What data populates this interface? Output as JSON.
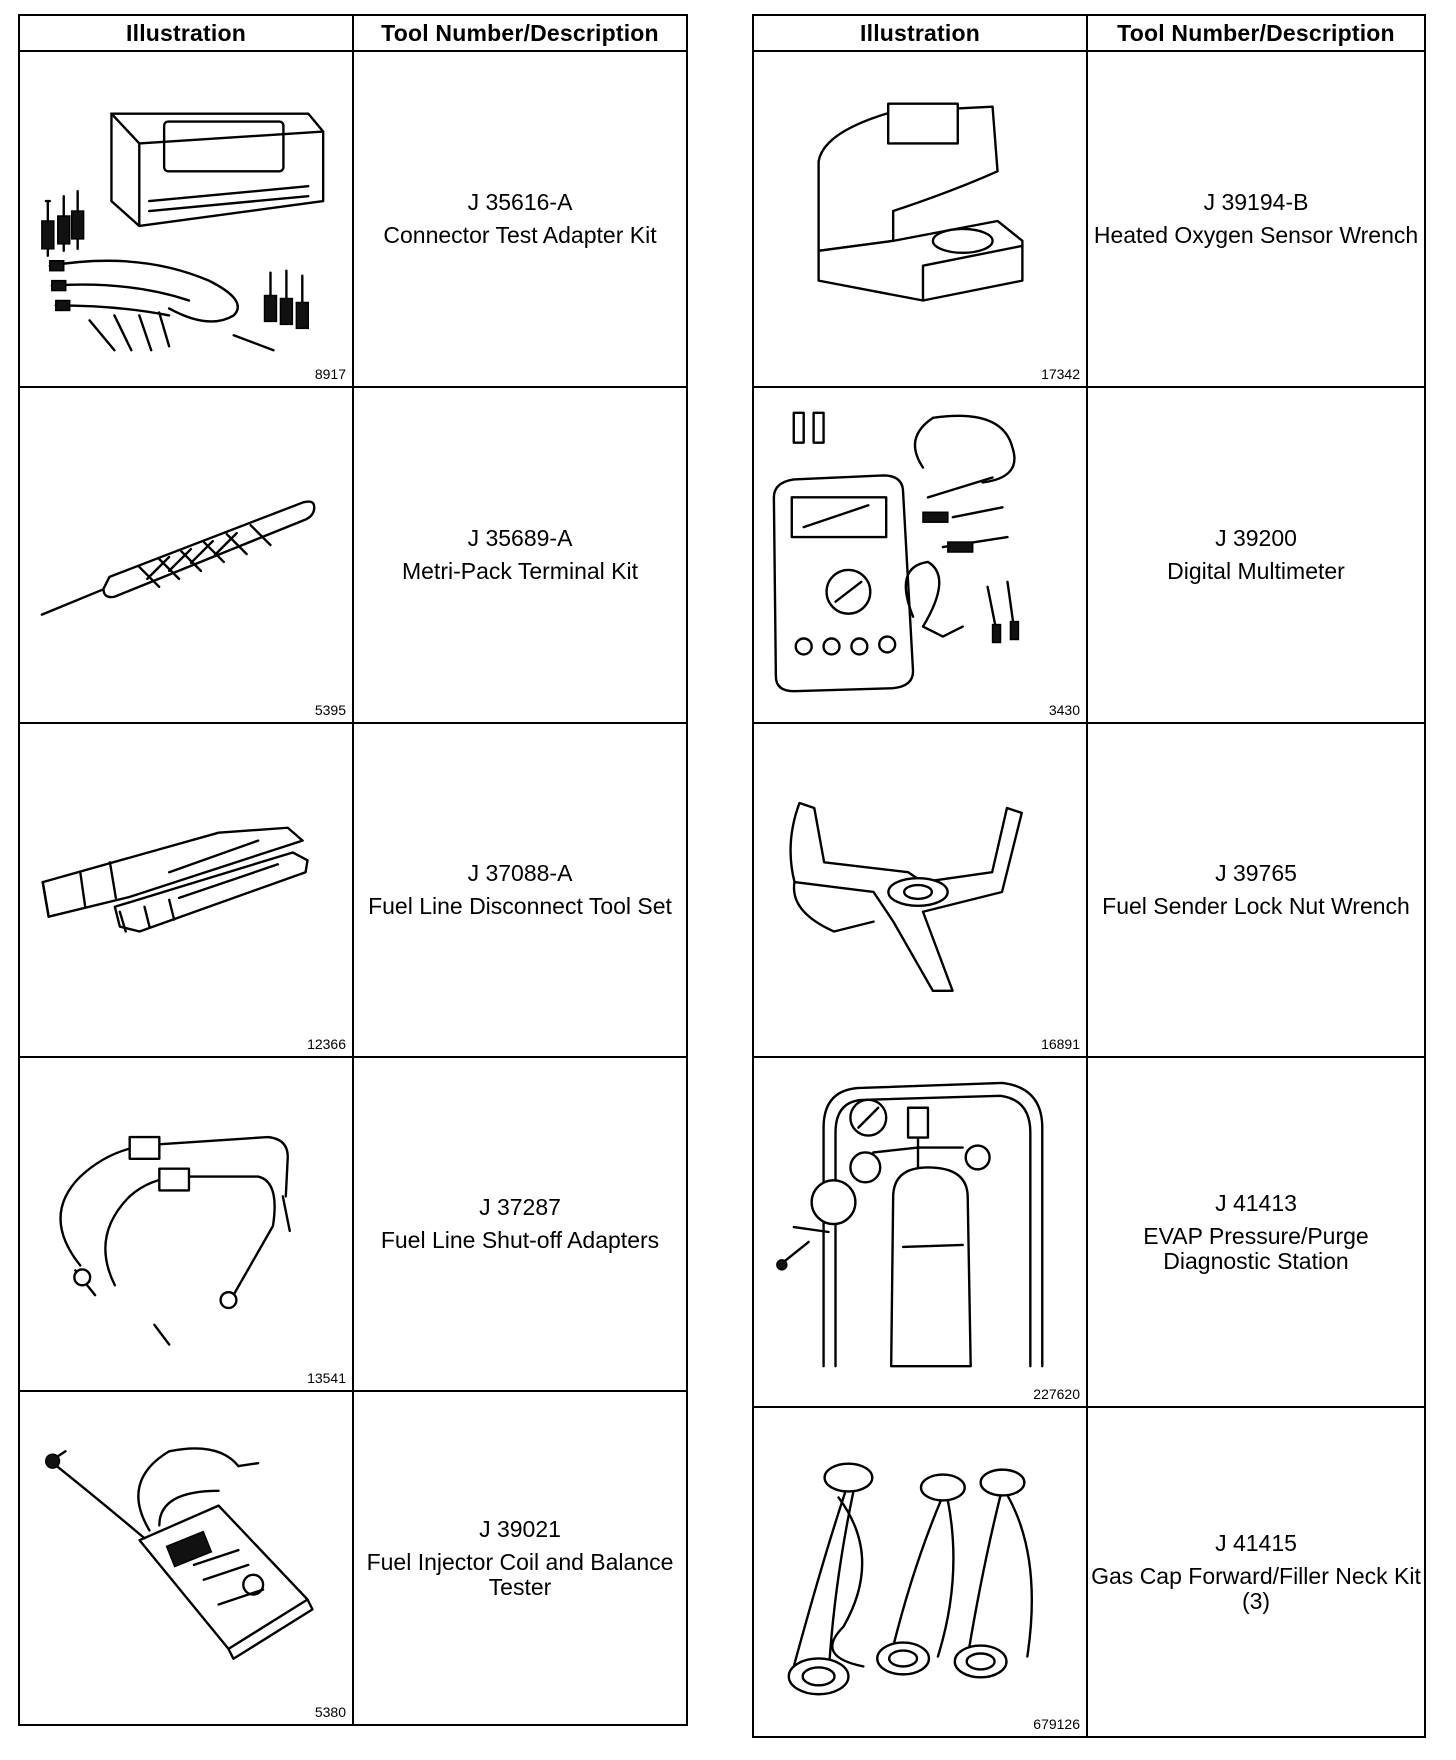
{
  "left_table": {
    "header": {
      "illustration": "Illustration",
      "description": "Tool Number/Description"
    },
    "rows": [
      {
        "figure": "8917",
        "tool_number": "J 35616-A",
        "description": "Connector Test Adapter Kit"
      },
      {
        "figure": "5395",
        "tool_number": "J 35689-A",
        "description": "Metri-Pack Terminal Kit"
      },
      {
        "figure": "12366",
        "tool_number": "J 37088-A",
        "description": "Fuel Line Disconnect Tool Set"
      },
      {
        "figure": "13541",
        "tool_number": "J 37287",
        "description": "Fuel Line Shut-off Adapters"
      },
      {
        "figure": "5380",
        "tool_number": "J 39021",
        "description": "Fuel Injector Coil and Balance Tester"
      }
    ]
  },
  "right_table": {
    "header": {
      "illustration": "Illustration",
      "description": "Tool Number/Description"
    },
    "rows": [
      {
        "figure": "17342",
        "tool_number": "J 39194-B",
        "description": "Heated Oxygen Sensor Wrench"
      },
      {
        "figure": "3430",
        "tool_number": "J 39200",
        "description": "Digital Multimeter"
      },
      {
        "figure": "16891",
        "tool_number": "J 39765",
        "description": "Fuel Sender Lock Nut Wrench"
      },
      {
        "figure": "227620",
        "tool_number": "J 41413",
        "description": "EVAP Pressure/Purge Diagnostic Station"
      },
      {
        "figure": "679126",
        "tool_number": "J 41415",
        "description": "Gas Cap Forward/Filler Neck Kit (3)"
      }
    ]
  }
}
